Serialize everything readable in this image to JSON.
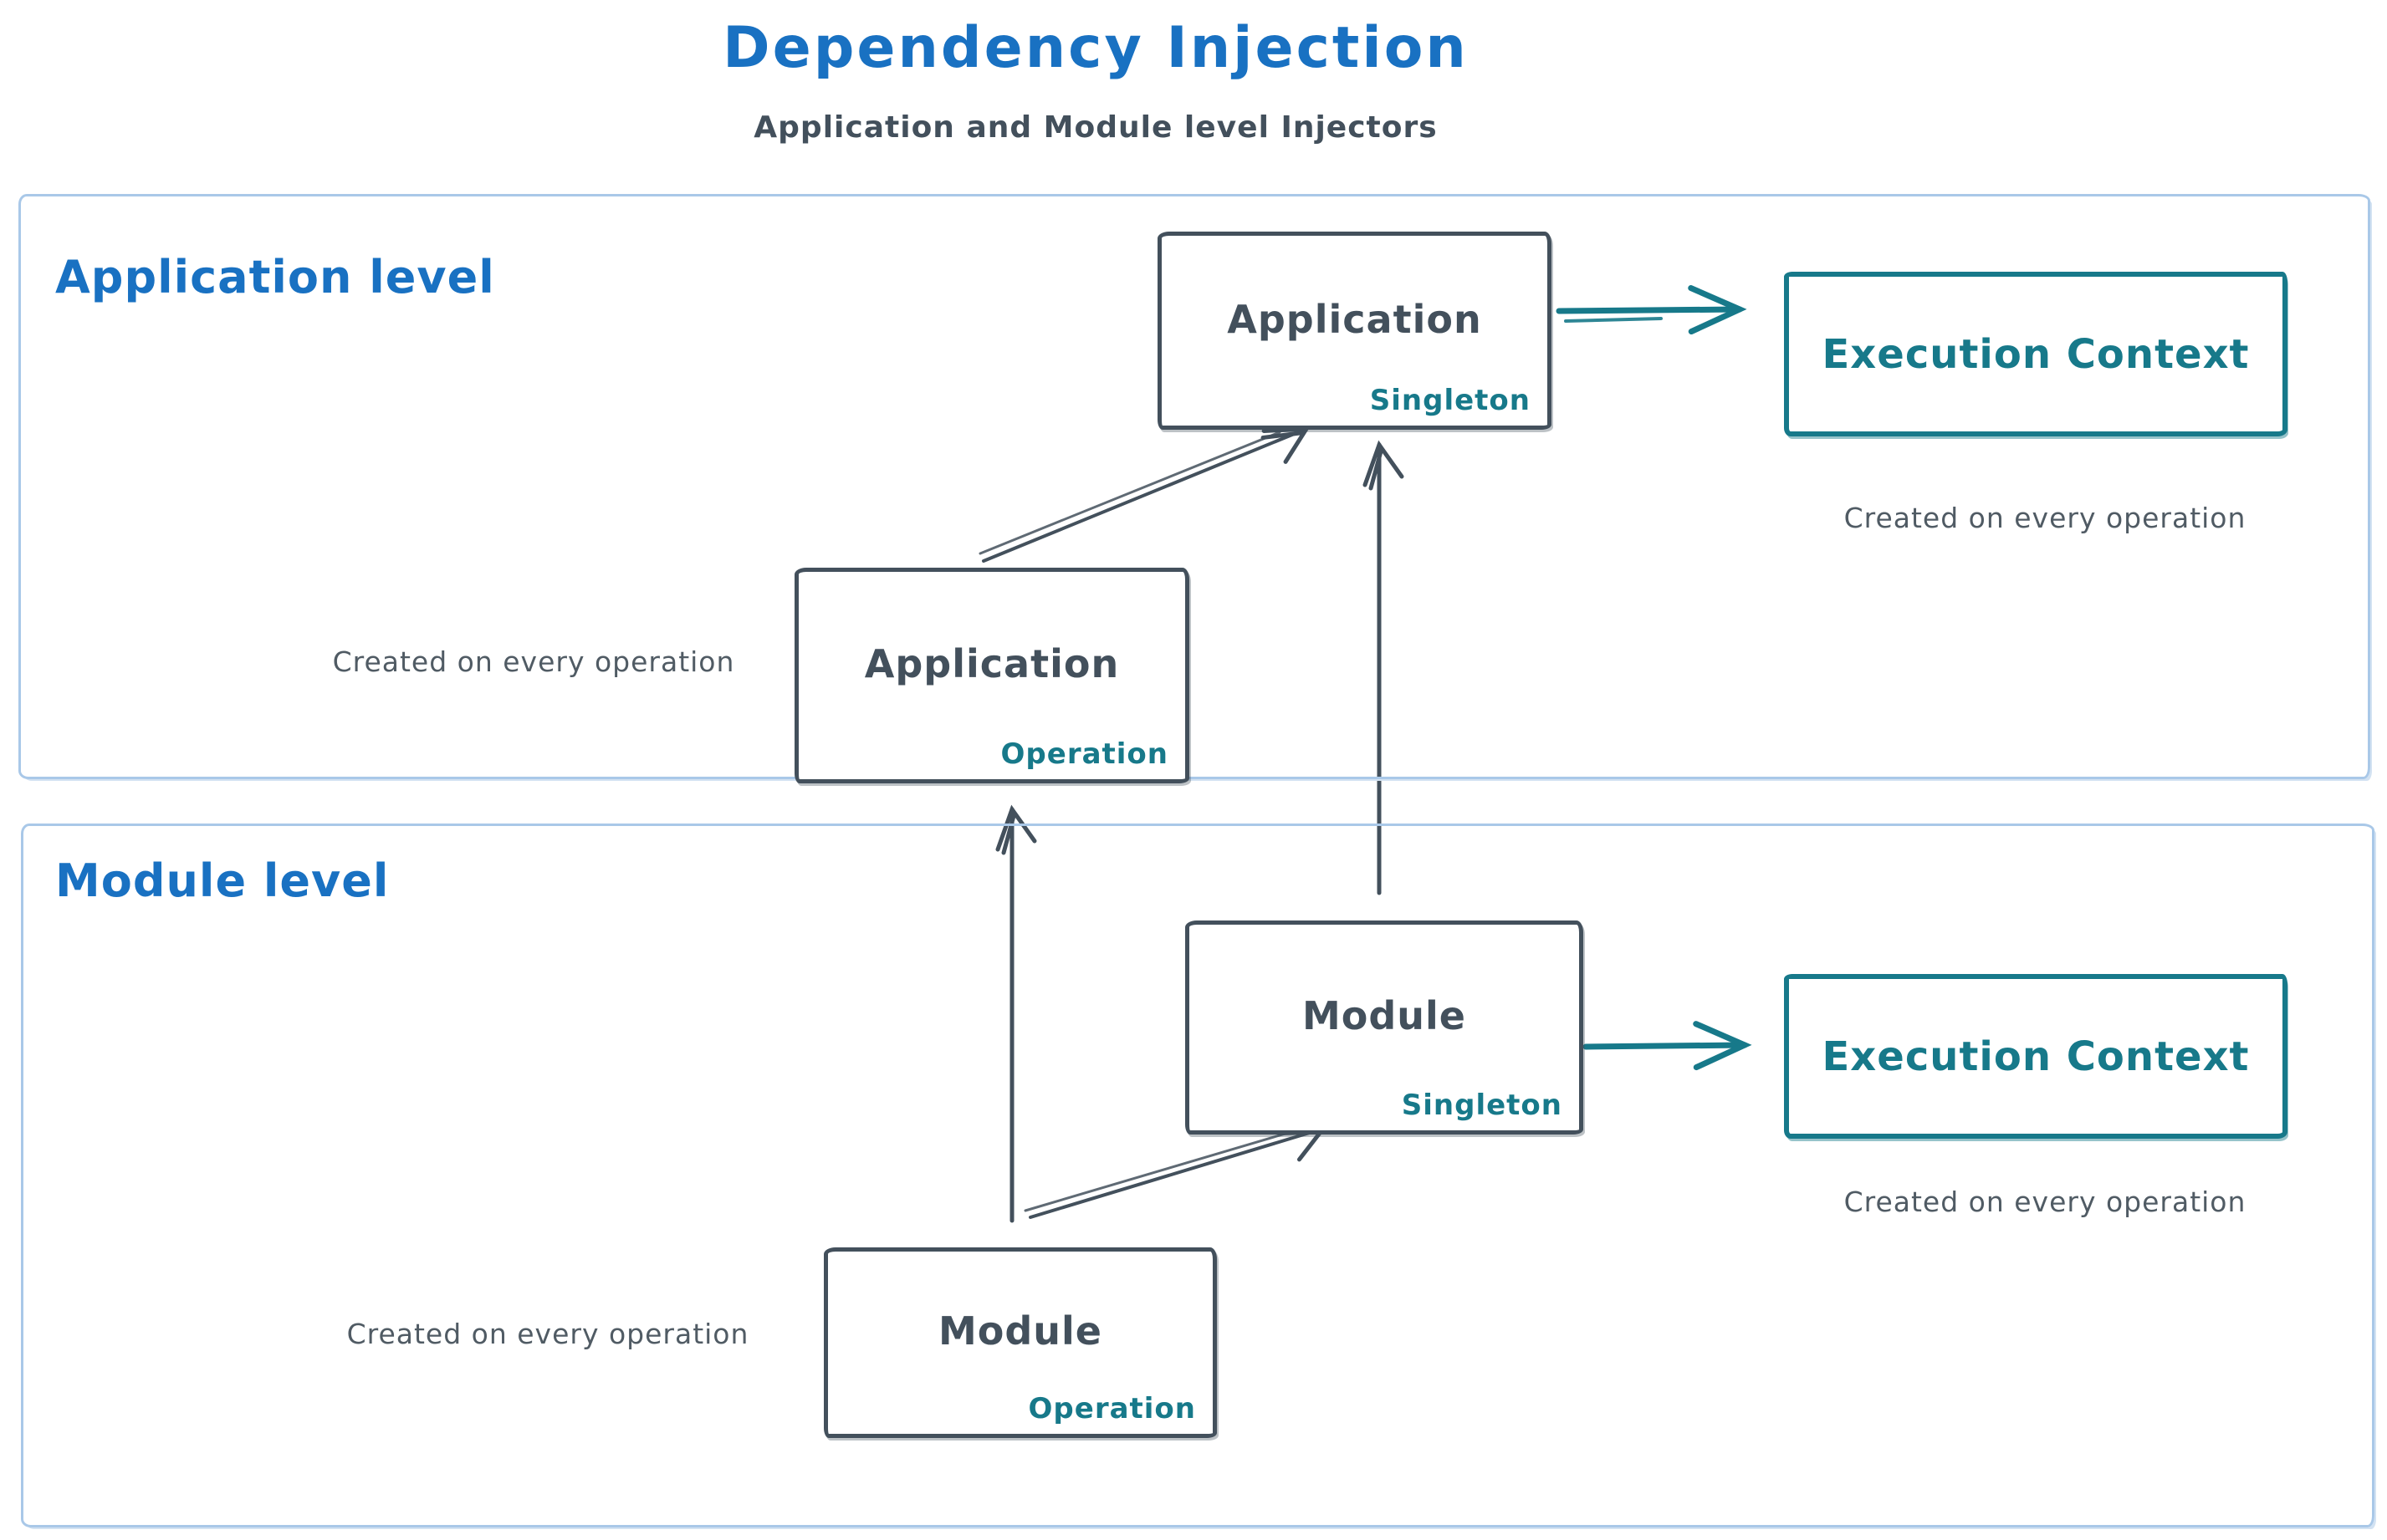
{
  "title": "Dependency Injection",
  "subtitle": "Application and Module level Injectors",
  "colors": {
    "blue": "#1971c2",
    "teal": "#17798a",
    "dark": "#43505c",
    "gray": "#505b64",
    "sectionBorder": "#a9c8e8",
    "sectionBorderSoft": "#d3e2f2"
  },
  "sections": [
    {
      "id": "application",
      "label": "Application level"
    },
    {
      "id": "module",
      "label": "Module level"
    }
  ],
  "nodes": {
    "app_singleton": {
      "title": "Application",
      "badge": "Singleton"
    },
    "app_operation": {
      "title": "Application",
      "badge": "Operation"
    },
    "module_singleton": {
      "title": "Module",
      "badge": "Singleton"
    },
    "module_operation": {
      "title": "Module",
      "badge": "Operation"
    },
    "exec_context_app": {
      "title": "Execution Context"
    },
    "exec_context_module": {
      "title": "Execution Context"
    }
  },
  "captions": {
    "exec_app": "Created on every operation",
    "app_operation": "Created on every operation",
    "exec_module": "Created on every operation",
    "module_operation": "Created on every operation"
  },
  "edges": [
    {
      "from": "app-operation",
      "to": "app-singleton",
      "color": "dark"
    },
    {
      "from": "module-singleton",
      "to": "app-singleton",
      "color": "dark"
    },
    {
      "from": "module-operation",
      "to": "app-operation",
      "color": "dark"
    },
    {
      "from": "module-operation",
      "to": "module-singleton",
      "color": "dark"
    },
    {
      "from": "app-singleton",
      "to": "execution-context-app",
      "color": "teal"
    },
    {
      "from": "module-singleton",
      "to": "execution-context-module",
      "color": "teal"
    }
  ]
}
